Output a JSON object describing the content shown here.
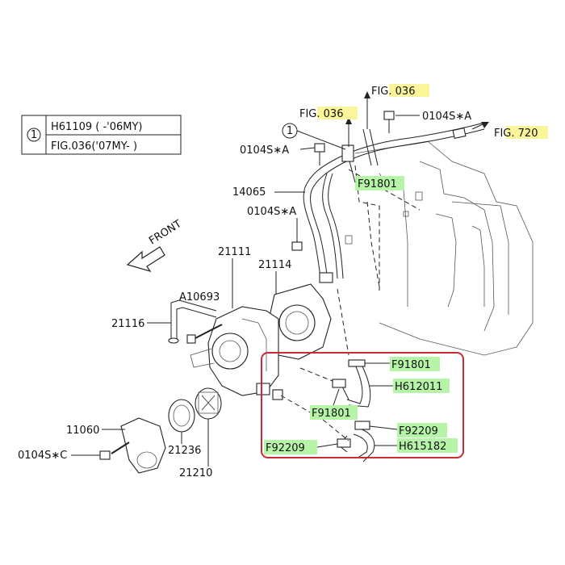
{
  "legend": {
    "marker": "1",
    "rows": [
      "H61109 ( -'06MY)",
      "FIG.036('07MY- )"
    ]
  },
  "callouts": {
    "fig036_top": "FIG. 036",
    "fig036_mid": "FIG. 036",
    "fig720": "FIG. 720",
    "circle_ref": "1"
  },
  "front_label": "FRONT",
  "parts": {
    "p0104sa_top": "0104S∗A",
    "p0104sa_left": "0104S∗A",
    "p0104sa_mid": "0104S∗A",
    "p14065": "14065",
    "p21111": "21111",
    "p21114": "21114",
    "pA10693": "A10693",
    "p21116": "21116",
    "p11060": "11060",
    "p0104sc": "0104S∗C",
    "p21236": "21236",
    "p21210": "21210"
  },
  "highlighted_parts": {
    "f91801_top": "F91801",
    "f91801_box": "F91801",
    "h612011": "H612011",
    "f91801_box2": "F91801",
    "f92209_r": "F92209",
    "f92209_l": "F92209",
    "h615182": "H615182"
  },
  "colors": {
    "highlight_green": "#b6f5a8",
    "highlight_yellow": "#fbf59a",
    "selection_box": "#cc2a36",
    "line": "#222222"
  }
}
